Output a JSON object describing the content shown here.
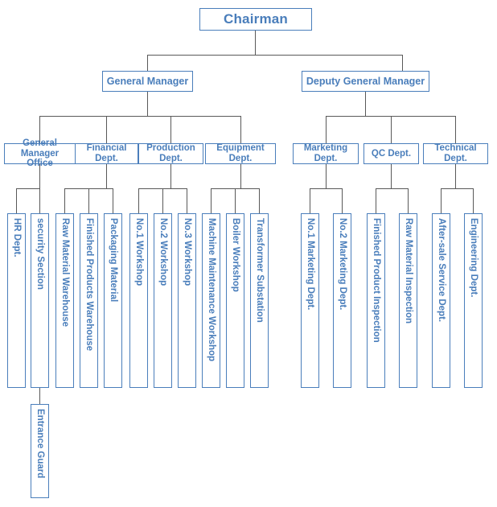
{
  "chart_data": {
    "type": "diagram",
    "title": "Organizational Chart",
    "orientation": "top-down",
    "accent_color": "#4a7ebb",
    "line_color": "#595959",
    "background": "#ffffff"
  },
  "org": {
    "root": {
      "label": "Chairman"
    },
    "level2": [
      {
        "label": "General Manager"
      },
      {
        "label": "Deputy General Manager"
      }
    ],
    "level3": [
      {
        "label": "General Manager Office"
      },
      {
        "label": "Financial Dept."
      },
      {
        "label": "Production Dept."
      },
      {
        "label": "Equipment Dept."
      },
      {
        "label": "Marketing Dept."
      },
      {
        "label": "QC Dept."
      },
      {
        "label": "Technical Dept."
      }
    ],
    "leaves": [
      {
        "label": "HR Dept."
      },
      {
        "label": "security Section"
      },
      {
        "label": "Raw Material Warehouse"
      },
      {
        "label": "Finished Products Warehouse"
      },
      {
        "label": "Packaging Material"
      },
      {
        "label": "No.1 Workshop"
      },
      {
        "label": "No.2 Workshop"
      },
      {
        "label": "No.3 Workshop"
      },
      {
        "label": "Machine Maintenance Workshop"
      },
      {
        "label": "Boiler Workshop"
      },
      {
        "label": "Transformer Substation"
      },
      {
        "label": "No.1 Marketing Dept."
      },
      {
        "label": "No.2 Marketing Dept."
      },
      {
        "label": "Finished Product Inspection"
      },
      {
        "label": "Raw Material Inspection"
      },
      {
        "label": "After-sale Service Dept."
      },
      {
        "label": "Engineering Dept."
      }
    ],
    "level5": [
      {
        "label": "Entrance Guard"
      }
    ]
  }
}
